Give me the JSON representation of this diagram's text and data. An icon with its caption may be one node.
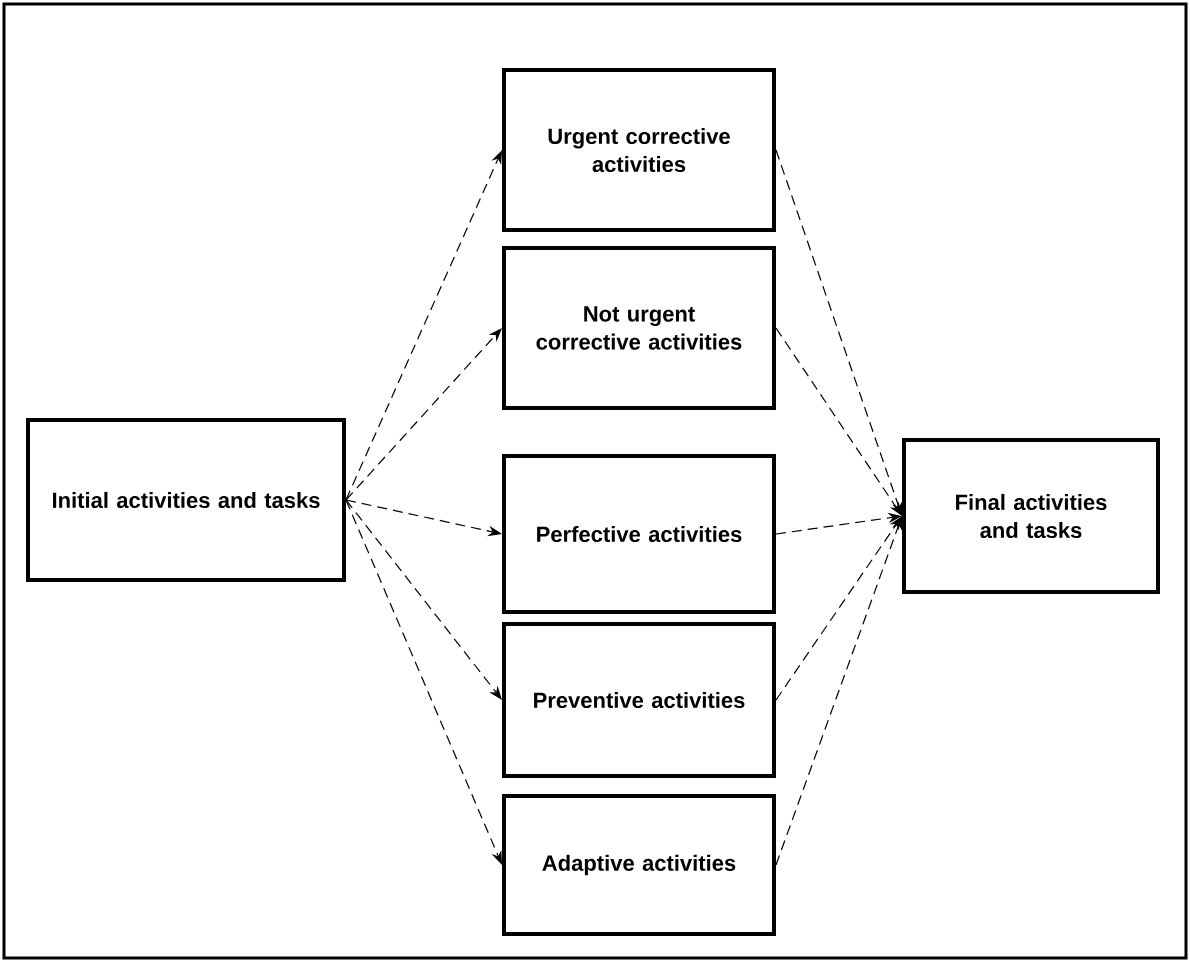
{
  "diagram": {
    "nodes": [
      {
        "text": [
          "Initial activities and tasks"
        ]
      },
      {
        "text": [
          "Urgent corrective activities"
        ]
      },
      {
        "text": [
          "Not urgent corrective activities"
        ]
      },
      {
        "text": [
          "Perfective activities"
        ]
      },
      {
        "text": [
          "Preventive activities"
        ]
      },
      {
        "text": [
          "Adaptive activities"
        ]
      },
      {
        "text": [
          "Final activities and tasks"
        ]
      }
    ],
    "edges": [
      {
        "from": 0,
        "to": 1,
        "arrow": "to",
        "style": "dashed"
      },
      {
        "from": 0,
        "to": 2,
        "arrow": "to",
        "style": "dashed"
      },
      {
        "from": 0,
        "to": 3,
        "arrow": "to",
        "style": "dashed"
      },
      {
        "from": 0,
        "to": 4,
        "arrow": "to",
        "style": "dashed"
      },
      {
        "from": 0,
        "to": 5,
        "arrow": "to",
        "style": "dashed"
      },
      {
        "from": 1,
        "to": 6,
        "arrow": "to",
        "style": "dashed"
      },
      {
        "from": 2,
        "to": 6,
        "arrow": "to",
        "style": "dashed"
      },
      {
        "from": 3,
        "to": 6,
        "arrow": "to",
        "style": "dashed"
      },
      {
        "from": 4,
        "to": 6,
        "arrow": "to",
        "style": "dashed"
      },
      {
        "from": 5,
        "to": 6,
        "arrow": "to",
        "style": "dashed"
      }
    ]
  }
}
